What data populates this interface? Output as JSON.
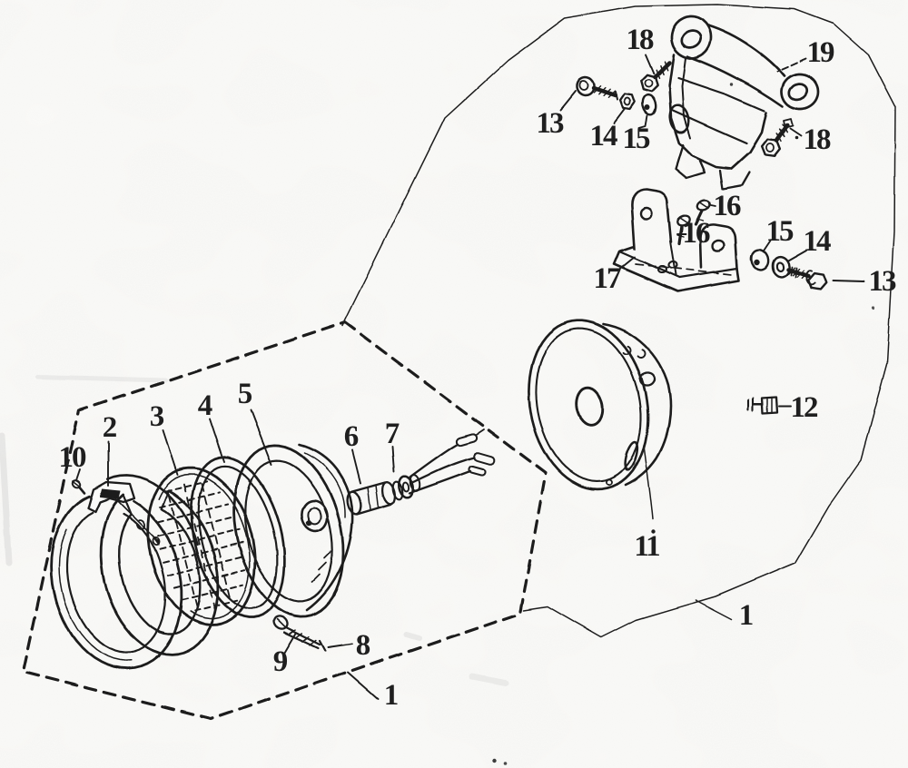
{
  "figure": {
    "kind": "scanned exploded parts diagram",
    "subject": "headlamp assembly exploded view",
    "colors": {
      "paper": "#fbfbf9",
      "ink": "#1f1f1f"
    },
    "groups": [
      {
        "boundary": "dashed-hexagon",
        "callout": "1"
      },
      {
        "boundary": "solid-outline",
        "callout": "1"
      }
    ]
  },
  "callouts": [
    {
      "id": "group-1-left",
      "label": "1"
    },
    {
      "id": "group-1-right",
      "label": "1"
    },
    {
      "id": "rim-2",
      "label": "2"
    },
    {
      "id": "lens-3",
      "label": "3"
    },
    {
      "id": "gasket-4",
      "label": "4"
    },
    {
      "id": "reflector-5",
      "label": "5"
    },
    {
      "id": "socket-6",
      "label": "6"
    },
    {
      "id": "connector-7",
      "label": "7"
    },
    {
      "id": "screw-8",
      "label": "8"
    },
    {
      "id": "screw-9",
      "label": "9"
    },
    {
      "id": "clip-screw-10",
      "label": "10"
    },
    {
      "id": "shell-11",
      "label": "11"
    },
    {
      "id": "bolt-12",
      "label": "12"
    },
    {
      "id": "bolt-13-upper",
      "label": "13"
    },
    {
      "id": "nut-14-upper",
      "label": "14"
    },
    {
      "id": "washer-15-upper",
      "label": "15"
    },
    {
      "id": "screw-16-a",
      "label": "16"
    },
    {
      "id": "screw-16-b",
      "label": "16"
    },
    {
      "id": "bracket-17",
      "label": "17"
    },
    {
      "id": "bolt-18-upper",
      "label": "18"
    },
    {
      "id": "bolt-18-lower",
      "label": "18"
    },
    {
      "id": "bracket-19",
      "label": "19"
    },
    {
      "id": "bolt-13-lower",
      "label": "13"
    },
    {
      "id": "washer-14-lower",
      "label": "14"
    },
    {
      "id": "washer-15-lower",
      "label": "15"
    }
  ]
}
